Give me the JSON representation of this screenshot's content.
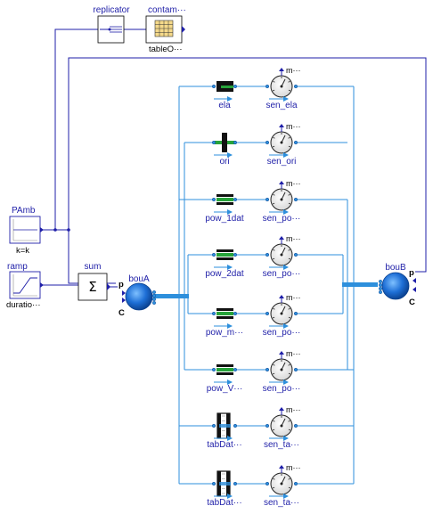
{
  "blocks": {
    "replicator": {
      "name": "replicator"
    },
    "contam": {
      "name": "contam···",
      "param": "tableO···"
    },
    "pamb": {
      "name": "PAmb",
      "param": "k=k"
    },
    "ramp": {
      "name": "ramp",
      "param": "duratio···"
    },
    "sum": {
      "name": "sum"
    },
    "bouA": {
      "name": "bouA",
      "port_p": "p",
      "port_c": "C"
    },
    "bouB": {
      "name": "bouB",
      "port_p": "p",
      "port_c": "C"
    }
  },
  "rows": [
    {
      "dev": "ela",
      "sen": "sen_ela",
      "sen_var": "m···"
    },
    {
      "dev": "ori",
      "sen": "sen_ori",
      "sen_var": "m···"
    },
    {
      "dev": "pow_1dat",
      "sen": "sen_po···",
      "sen_var": "m···"
    },
    {
      "dev": "pow_2dat",
      "sen": "sen_po···",
      "sen_var": "m···"
    },
    {
      "dev": "pow_m···",
      "sen": "sen_po···",
      "sen_var": "m···"
    },
    {
      "dev": "pow_V···",
      "sen": "sen_po···",
      "sen_var": "m···"
    },
    {
      "dev": "tabDat···",
      "sen": "sen_ta···",
      "sen_var": "m···"
    },
    {
      "dev": "tabDat···",
      "sen": "sen_ta···",
      "sen_var": "m···"
    }
  ],
  "colors": {
    "signal": "#1f1fa8",
    "fluid": "#2d8fdc",
    "source": "#1e6fd6",
    "element_green": "#27a33a"
  }
}
